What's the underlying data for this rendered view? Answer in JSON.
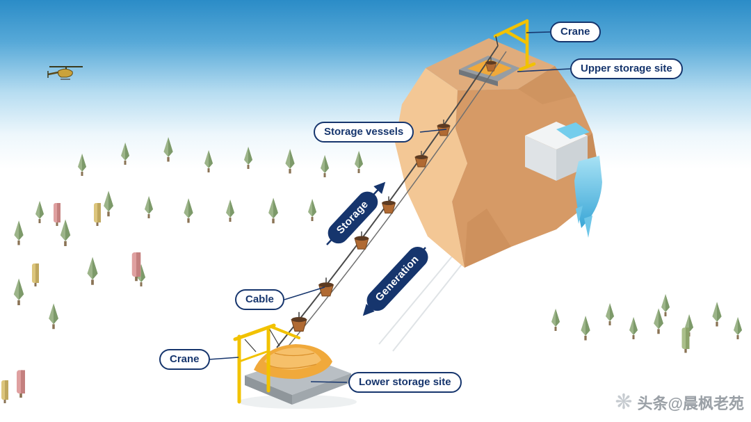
{
  "diagram": {
    "title_hint": "Mountain gravity energy storage diagram",
    "labels": {
      "crane_top": "Crane",
      "upper_storage_site": "Upper storage site",
      "storage_vessels": "Storage vessels",
      "cable": "Cable",
      "crane_bottom": "Crane",
      "lower_storage_site": "Lower storage site"
    },
    "flow_arrows": {
      "storage": "Storage",
      "generation": "Generation"
    }
  },
  "watermark": {
    "logo_glyph": "❋",
    "text": "头条@晨枫老苑"
  },
  "colors": {
    "label_navy": "#16356d",
    "crane_yellow": "#f2c200",
    "sand_orange": "#f0a93b",
    "sky_blue": "#2e8fc9",
    "mountain_tan": "#e8b583",
    "ice_blue": "#3aa6d6"
  }
}
